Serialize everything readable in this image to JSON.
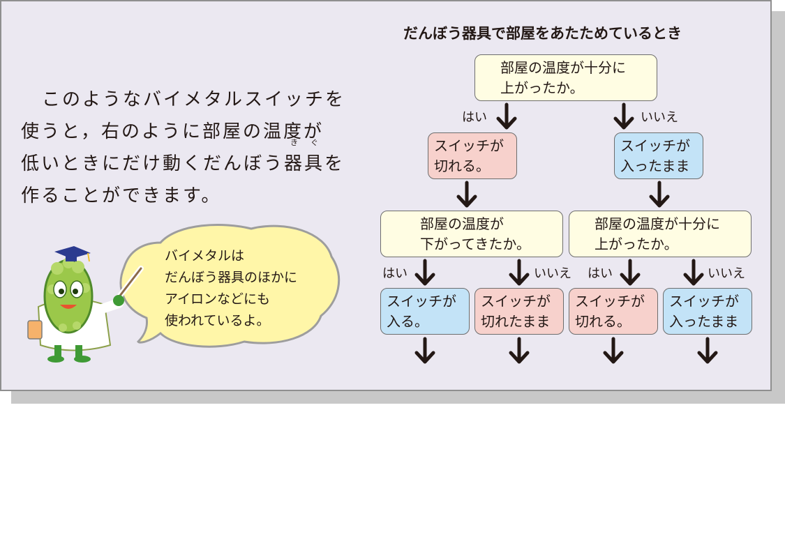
{
  "intro_text": {
    "line1": "このようなバイメタルスイッチを",
    "line2": "使うと，右のように部屋の温度が",
    "line3_before": "低いときにだけ動くだんぼう",
    "line3_ruby1": {
      "base": "器",
      "reading": "き"
    },
    "line3_ruby2": {
      "base": "具",
      "reading": "ぐ"
    },
    "line3_after": "を",
    "line4": "作ることができます。"
  },
  "speech_bubble": {
    "line1": "バイメタルは",
    "line2": "だんぼう器具のほかに",
    "line3": "アイロンなどにも",
    "line4": "使われているよ。"
  },
  "diagram": {
    "title": "だんぼう器具で部屋をあたためているとき",
    "root_question": {
      "line1": "部屋の温度が十分に",
      "line2": "上がったか。"
    },
    "yes_label": "はい",
    "no_label": "いいえ",
    "switch_off_1": {
      "line1": "スイッチが",
      "line2": "切れる。"
    },
    "switch_stays_on": {
      "line1": "スイッチが",
      "line2": "入ったまま"
    },
    "question_cooled": {
      "line1": "部屋の温度が",
      "line2": "下がってきたか。"
    },
    "question_warmed": {
      "line1": "部屋の温度が十分に",
      "line2": "上がったか。"
    },
    "result_on": {
      "line1": "スイッチが",
      "line2": "入る。"
    },
    "result_stays_off": {
      "line1": "スイッチが",
      "line2": "切れたまま"
    },
    "result_off": {
      "line1": "スイッチが",
      "line2": "切れる。"
    },
    "result_stays_on": {
      "line1": "スイッチが",
      "line2": "入ったまま"
    }
  },
  "colors": {
    "panel_bg": "#ebe8f1",
    "question_box": "#fffde3",
    "switch_on_box": "#c3e3f7",
    "switch_off_box": "#f7d1cc",
    "bubble": "#fff6a8",
    "arrow": "#231815"
  },
  "icons": [
    "down-arrow-icon",
    "scientist-mascot-icon",
    "speech-bubble-icon"
  ]
}
